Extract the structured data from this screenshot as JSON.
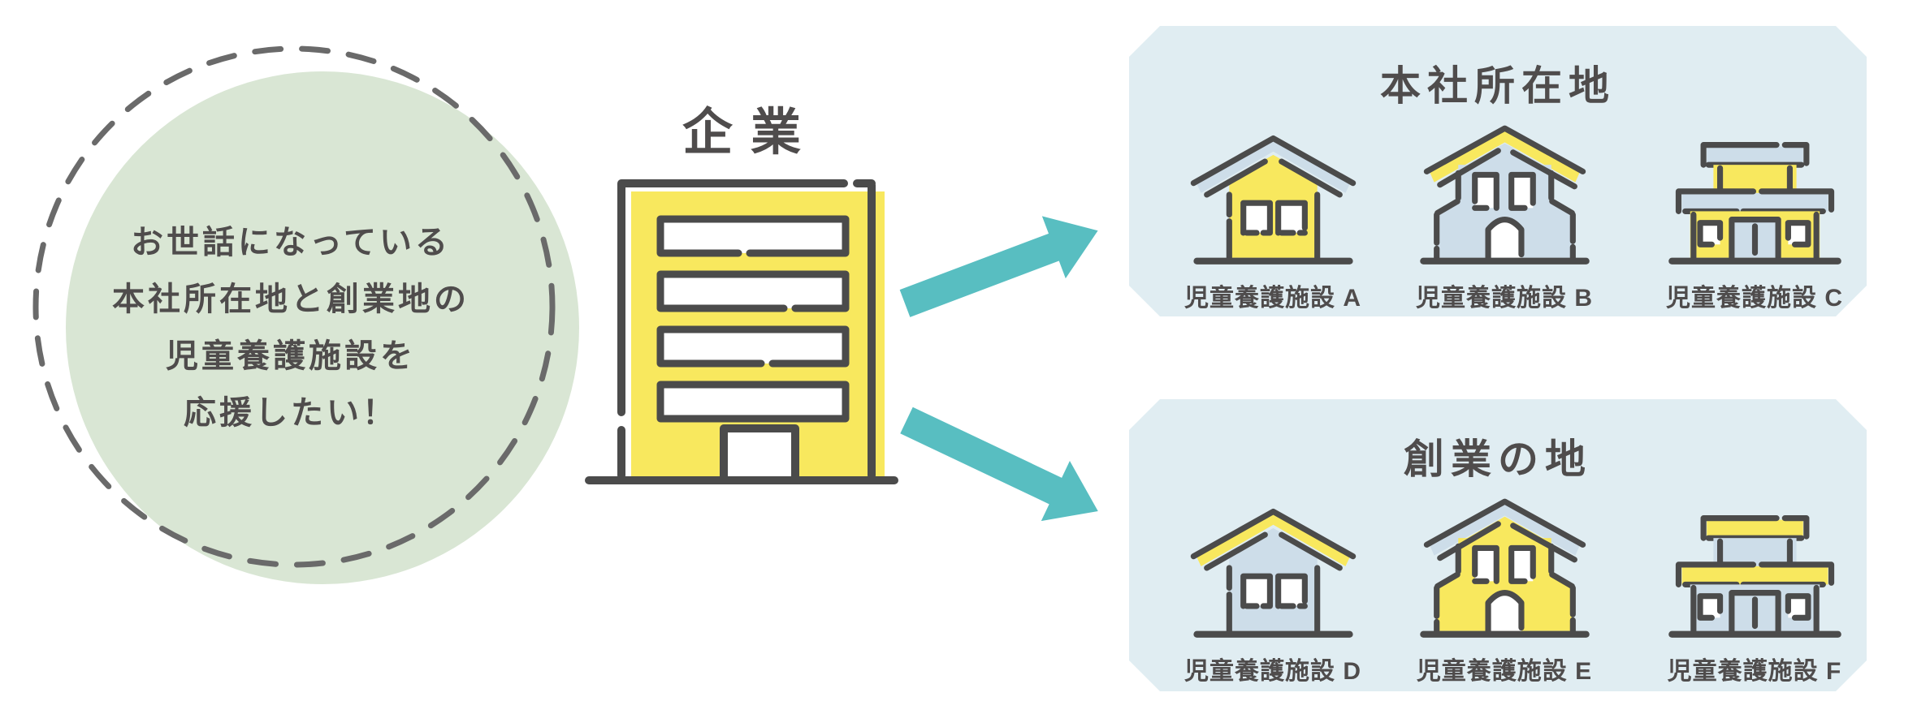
{
  "bubble": {
    "lines": [
      "お世話になっている",
      "本社所在地と創業地の",
      "児童養護施設を",
      "応援したい！"
    ]
  },
  "company": {
    "title": "企業"
  },
  "panels": [
    {
      "id": "headquarters",
      "title": "本社所在地",
      "facilities": [
        {
          "label": "児童養護施設 A",
          "icon": "house-icon",
          "scheme": {
            "body": "yellow",
            "roof": "lightblue"
          }
        },
        {
          "label": "児童養護施設 B",
          "icon": "church-icon",
          "scheme": {
            "body": "lightblue",
            "roof": "yellow"
          }
        },
        {
          "label": "児童養護施設 C",
          "icon": "shop-icon",
          "scheme": {
            "body": "yellow",
            "slab": "lightblue"
          }
        }
      ]
    },
    {
      "id": "founding",
      "title": "創業の地",
      "facilities": [
        {
          "label": "児童養護施設 D",
          "icon": "house-icon",
          "scheme": {
            "body": "lightblue",
            "roof": "yellow"
          }
        },
        {
          "label": "児童養護施設 E",
          "icon": "church-icon",
          "scheme": {
            "body": "yellow",
            "roof": "lightblue"
          }
        },
        {
          "label": "児童養護施設 F",
          "icon": "shop-icon",
          "scheme": {
            "body": "lightblue",
            "slab": "yellow"
          }
        }
      ]
    }
  ],
  "colors": {
    "yellow": "#F8E85E",
    "lightblue": "#CDDDE9",
    "panel_bg": "#E0EDF2",
    "outline": "#4B4B4B",
    "text": "#4F4C4C",
    "arrow": "#58BEC1",
    "bubble_fill": "#D9E6D4",
    "bubble_dash": "#6A6A6A"
  }
}
